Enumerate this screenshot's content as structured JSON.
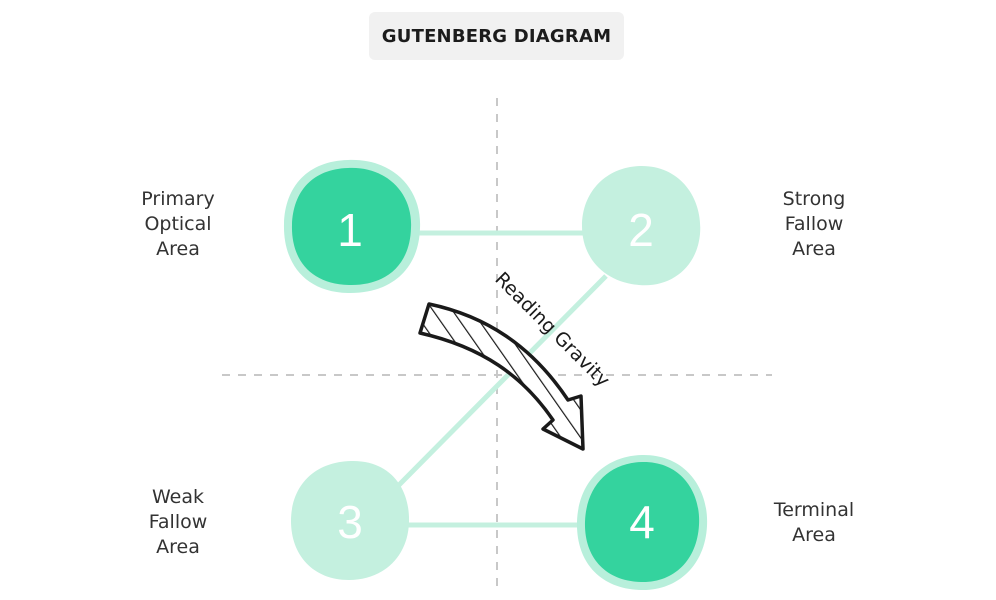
{
  "title": "GUTENBERG DIAGRAM",
  "colors": {
    "primary_blob": "#34d39e",
    "primary_ring": "#b8efdb",
    "secondary_blob": "#c4f0df",
    "connector": "#c4f0df",
    "divider": "#c8c8c8",
    "arrow_stroke": "#1a1a1a",
    "number_text": "#ffffff",
    "label_text": "#333333"
  },
  "areas": [
    {
      "number": "1",
      "label": "Primary\nOptical\nArea"
    },
    {
      "number": "2",
      "label": "Strong\nFallow\nArea"
    },
    {
      "number": "3",
      "label": "Weak\nFallow\nArea"
    },
    {
      "number": "4",
      "label": "Terminal\nArea"
    }
  ],
  "arrow_label": "Reading Gravity"
}
